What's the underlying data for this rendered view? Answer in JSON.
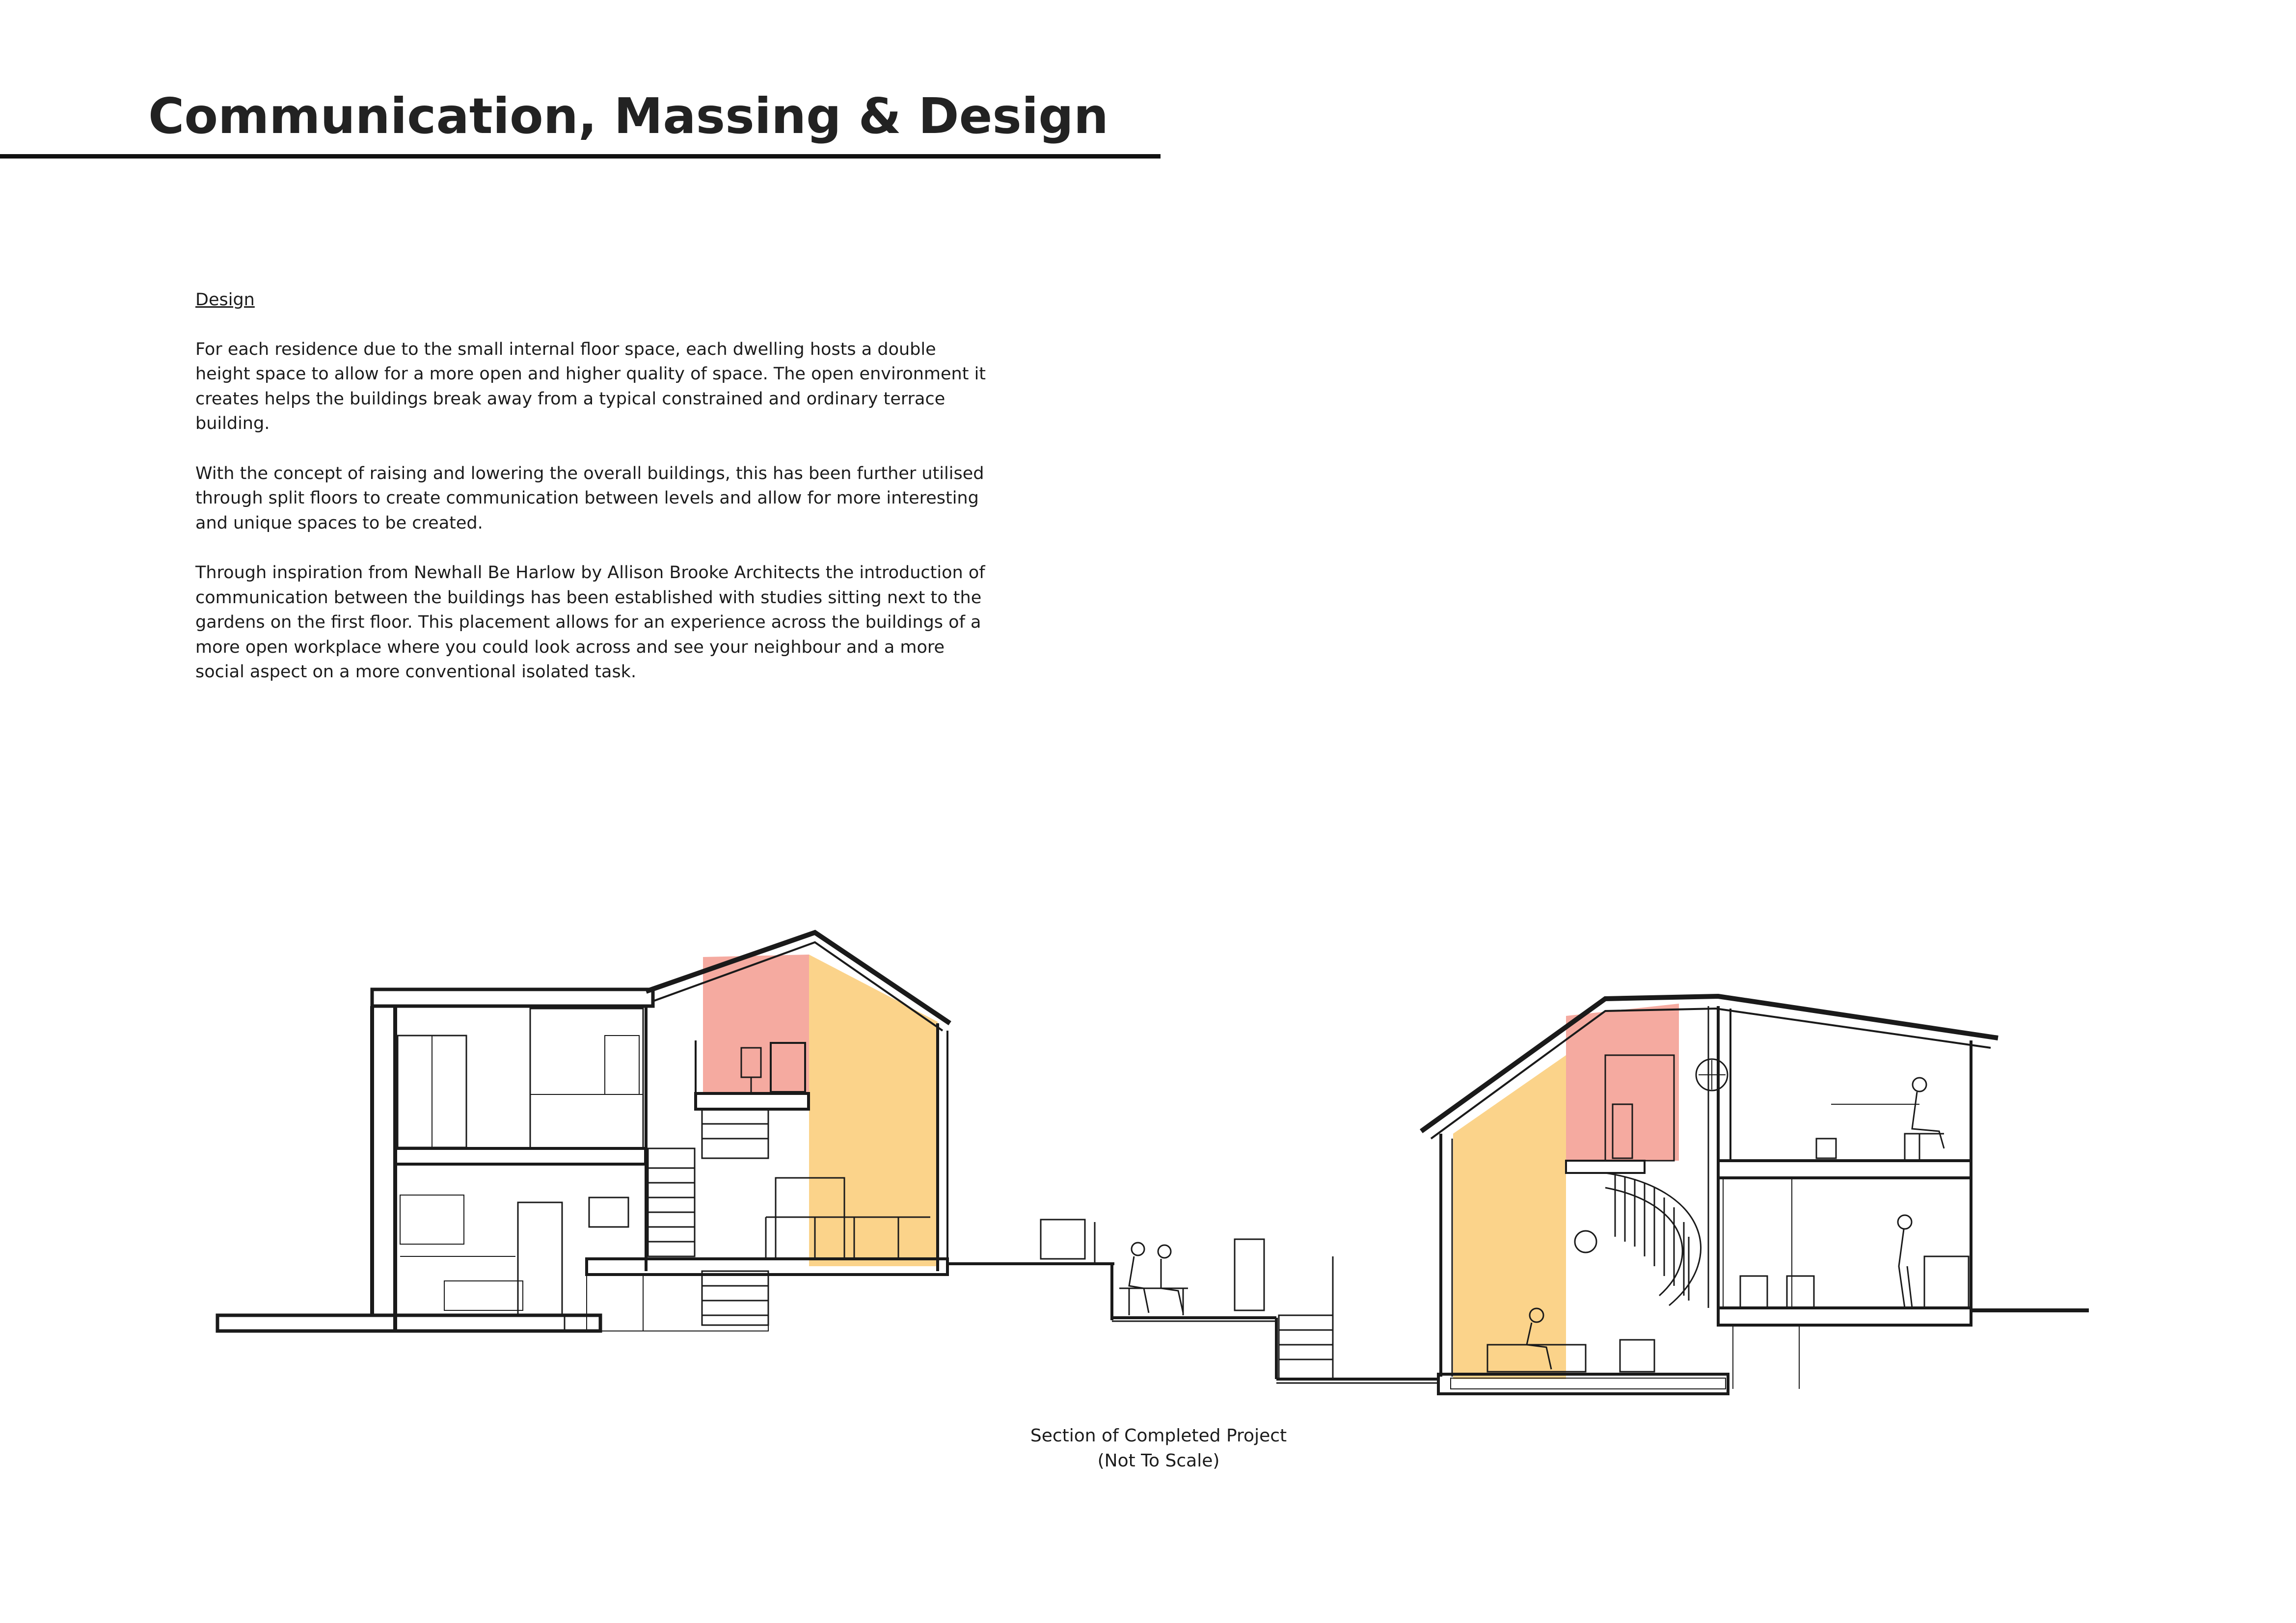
{
  "page": {
    "title": "Communication, Massing & Design"
  },
  "design": {
    "heading": "Design",
    "paragraphs": [
      "For each residence due to the small internal floor space, each dwelling hosts a double height space to allow for a more open and higher quality of space. The open environment it creates helps the buildings break away from a typical constrained and ordinary terrace building.",
      "With the concept of raising and lowering the overall buildings, this has been further utilised through split floors to create communication between levels and allow for more interesting and unique spaces to be created.",
      "Through inspiration from Newhall Be Harlow by Allison Brooke Architects the introduction of communication between the buildings has been established with studies sitting next to the gardens on the first floor. This placement allows for an experience across the buildings of a more open workplace where you could look across and see your neighbour and a more social aspect on a more conventional isolated task."
    ]
  },
  "drawing": {
    "caption_line1": "Section of Completed Project",
    "caption_line2": "(Not To Scale)",
    "colors": {
      "highlight_pink": "#f5aaa0",
      "highlight_yellow": "#fbd38a",
      "line": "#1a1a1a"
    }
  }
}
